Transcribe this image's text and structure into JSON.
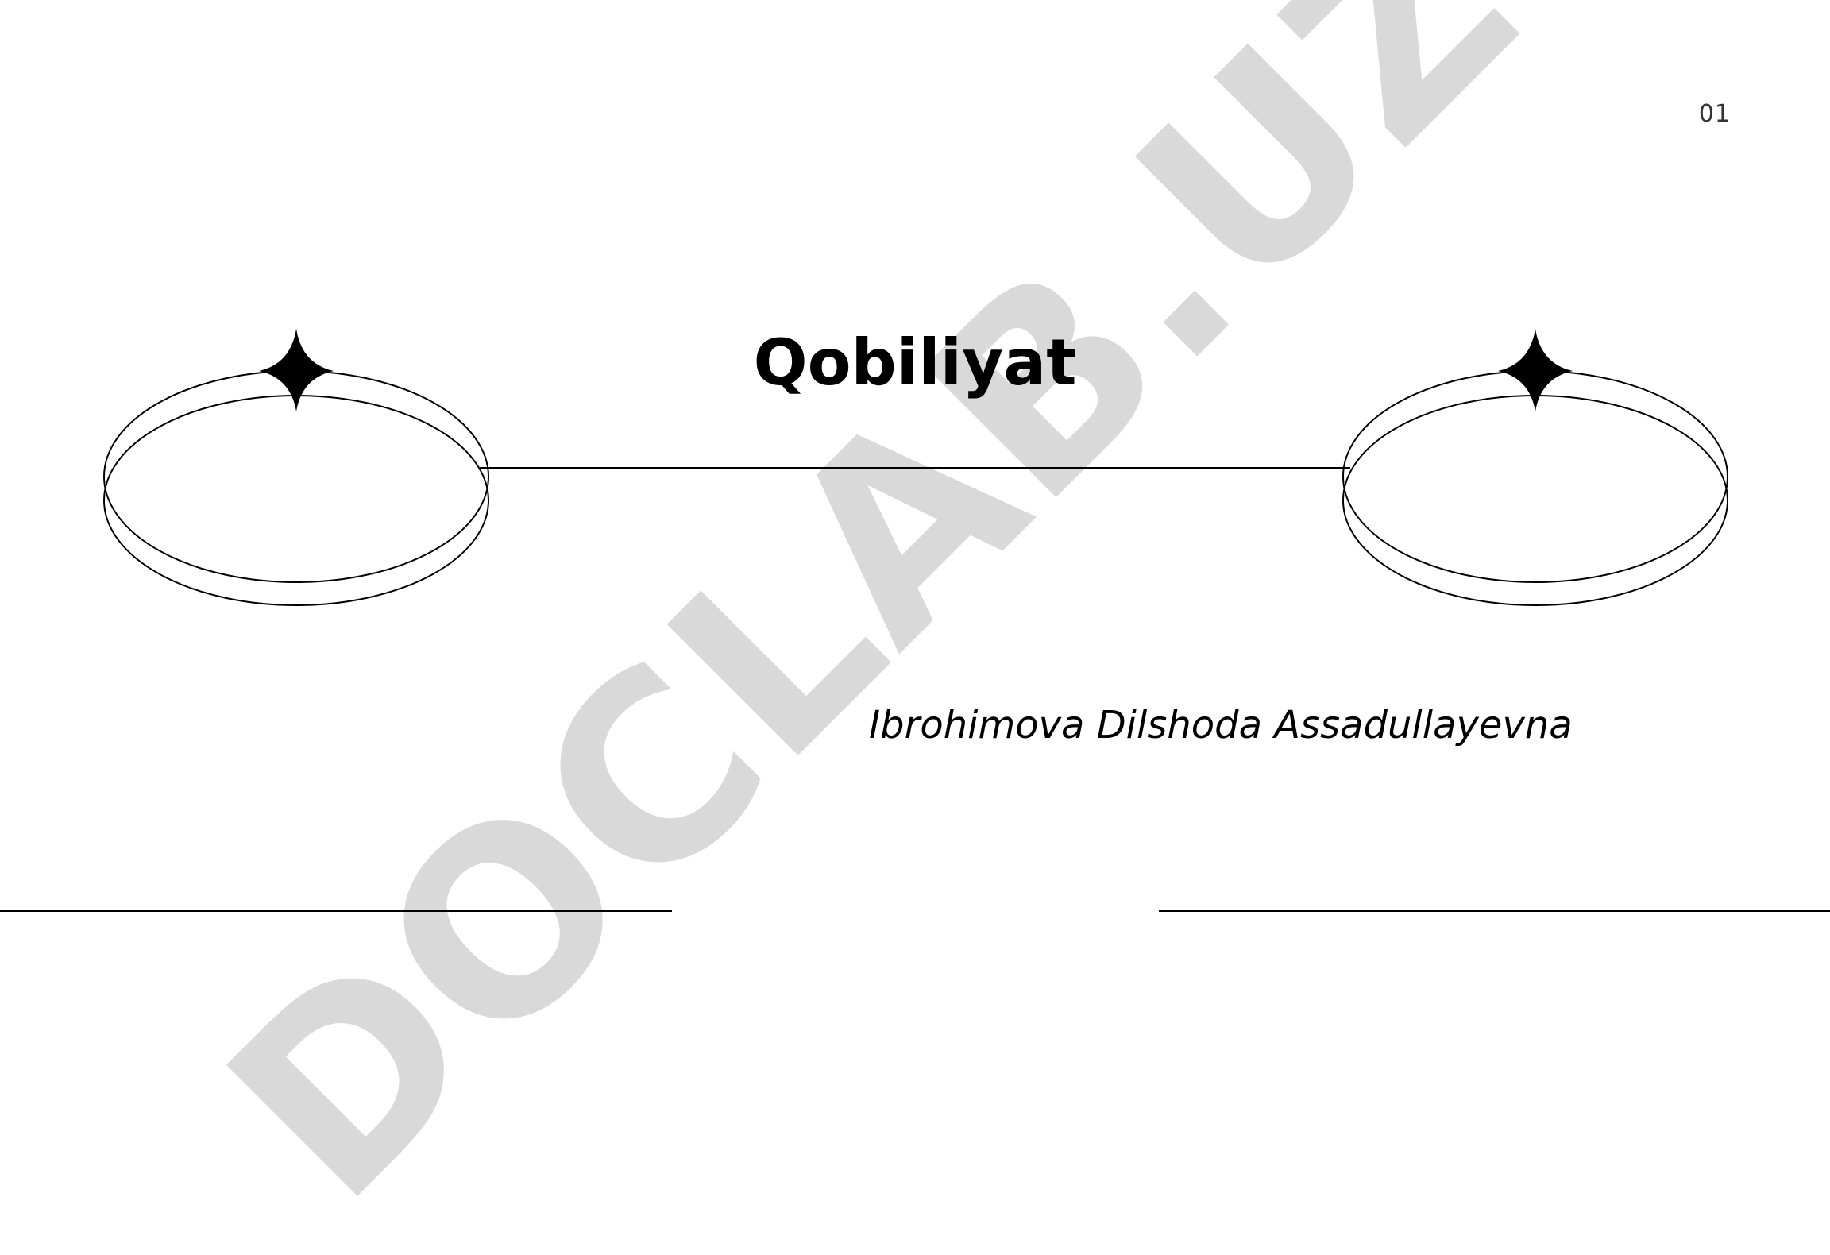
{
  "slide": {
    "page_number": "01",
    "title": "Qobiliyat",
    "author": "Ibrohimova Dilshoda Assadullayevna"
  },
  "watermark": {
    "text": "DOCLAB.UZ",
    "color": "#d9d9d9"
  },
  "colors": {
    "background": "#ffffff",
    "ink": "#000000"
  }
}
